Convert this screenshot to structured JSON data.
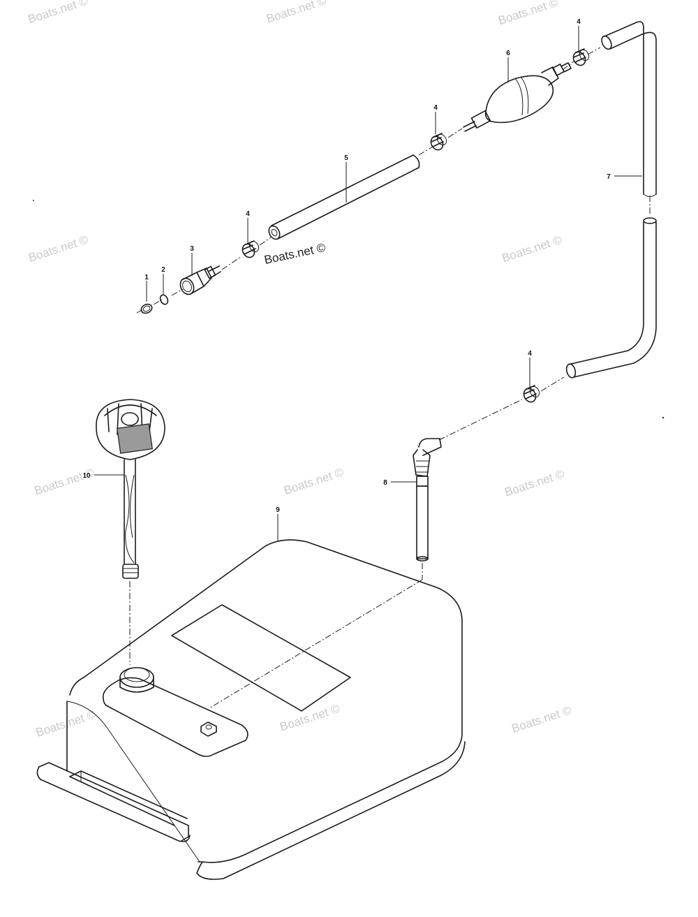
{
  "watermark_text": "Boats.net ©",
  "credit_text": "Boats.net ©",
  "callouts": [
    {
      "id": "1",
      "text": "1"
    },
    {
      "id": "2",
      "text": "2"
    },
    {
      "id": "3",
      "text": "3"
    },
    {
      "id": "4a",
      "text": "4"
    },
    {
      "id": "5",
      "text": "5"
    },
    {
      "id": "4b",
      "text": "4"
    },
    {
      "id": "6",
      "text": "6"
    },
    {
      "id": "4c",
      "text": "4"
    },
    {
      "id": "7",
      "text": "7"
    },
    {
      "id": "4d",
      "text": "4"
    },
    {
      "id": "8",
      "text": "8"
    },
    {
      "id": "9",
      "text": "9"
    },
    {
      "id": "10",
      "text": "10"
    }
  ]
}
